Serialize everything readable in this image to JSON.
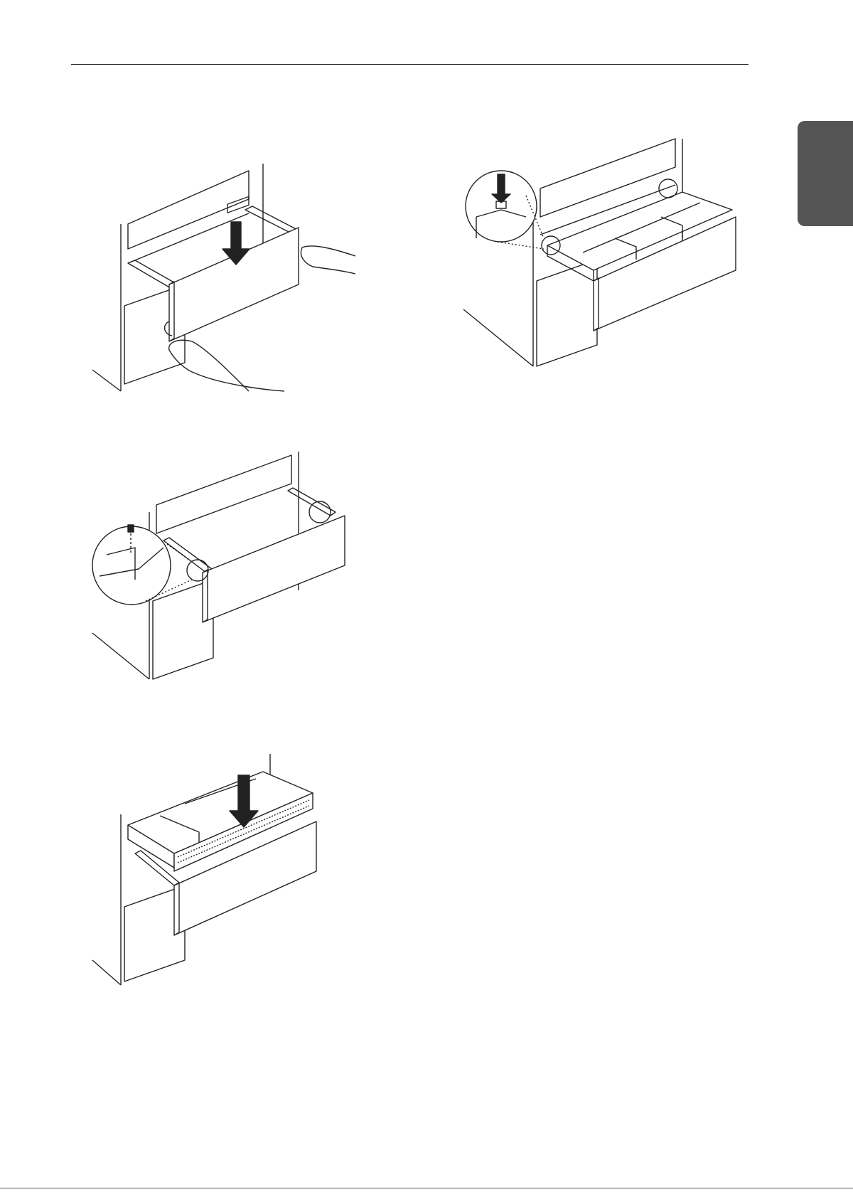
{
  "page": {
    "tab_color": "#555555",
    "figures": [
      {
        "id": "fig-1",
        "icon": "drawer-front-lower-icon"
      },
      {
        "id": "fig-2",
        "icon": "drawer-lock-clip-icon"
      },
      {
        "id": "fig-3",
        "icon": "drawer-screw-icon"
      },
      {
        "id": "fig-4",
        "icon": "bin-insert-icon"
      }
    ]
  }
}
